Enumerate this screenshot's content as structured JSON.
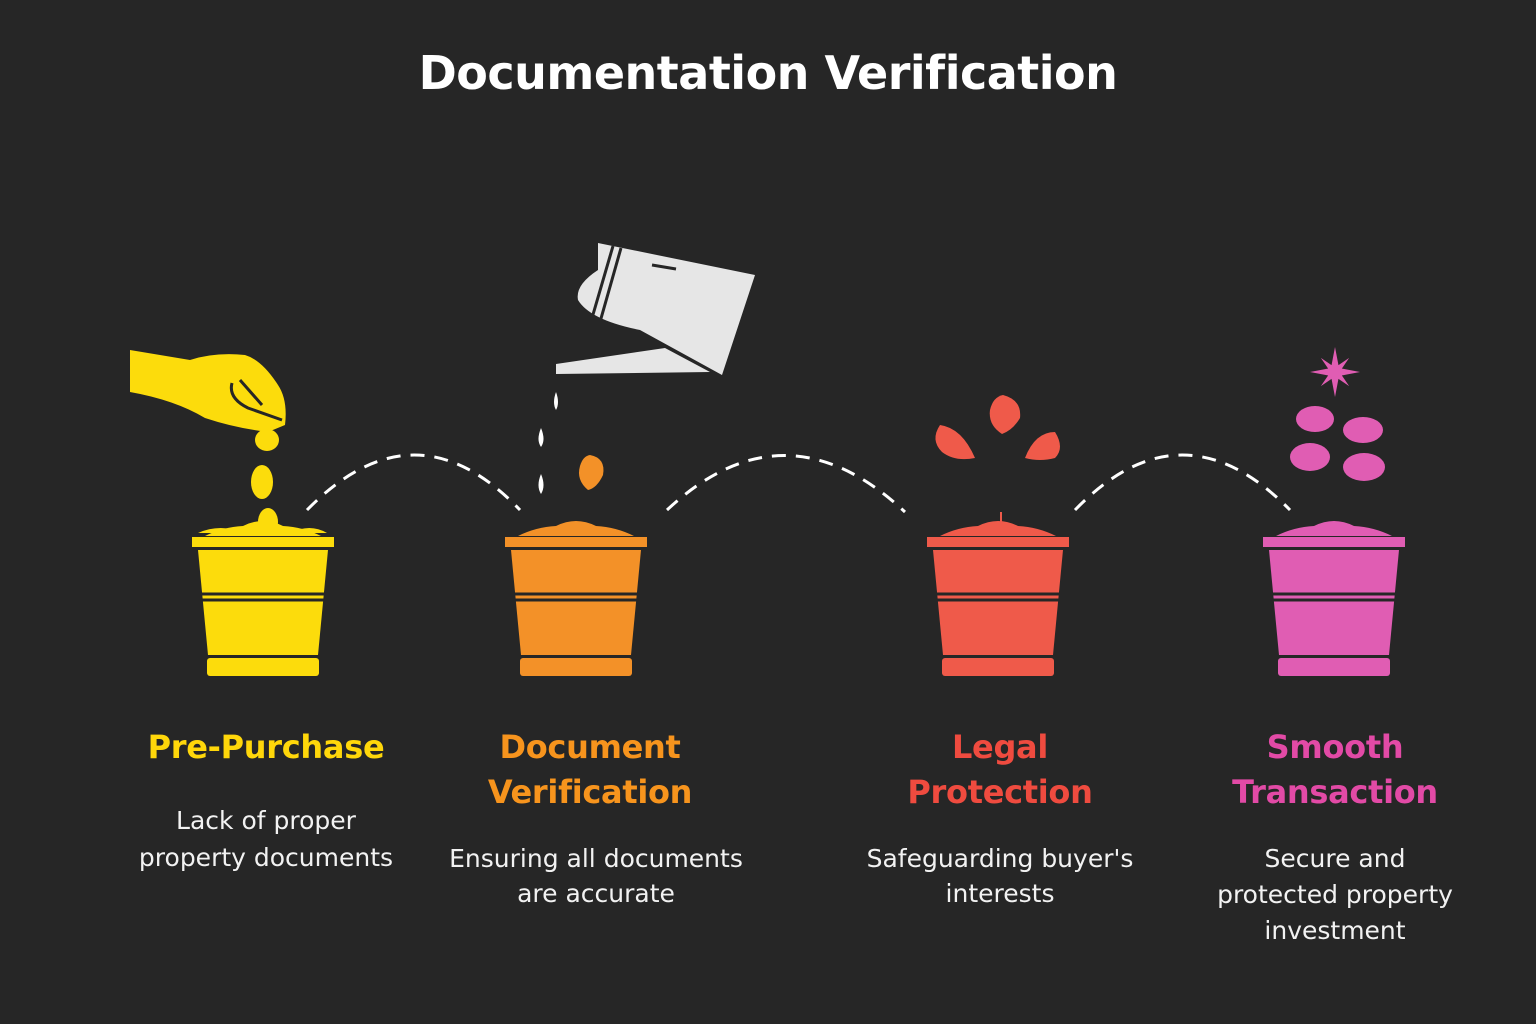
{
  "title": "Documentation Verification",
  "colors": {
    "background": "#262626",
    "yellow": "#FFDD0A",
    "orange": "#F39128",
    "red": "#EF5A4A",
    "pink": "#E05DB3"
  },
  "stages": [
    {
      "title_lines": [
        "Pre-Purchase"
      ],
      "desc_lines": [
        "Lack of proper",
        "property documents"
      ],
      "icon": "hand-dropping-seeds-icon",
      "color": "#FFDD0A"
    },
    {
      "title_lines": [
        "Document",
        "Verification"
      ],
      "desc_lines": [
        "Ensuring all documents",
        "are accurate"
      ],
      "icon": "watering-can-icon",
      "color": "#F7941D"
    },
    {
      "title_lines": [
        "Legal",
        "Protection"
      ],
      "desc_lines": [
        "Safeguarding buyer's",
        "interests"
      ],
      "icon": "sprouting-leaves-icon",
      "color": "#EF4B3F"
    },
    {
      "title_lines": [
        "Smooth",
        "Transaction"
      ],
      "desc_lines": [
        "Secure and",
        "protected property",
        "investment"
      ],
      "icon": "blooming-flower-icon",
      "color": "#E24AA6"
    }
  ]
}
